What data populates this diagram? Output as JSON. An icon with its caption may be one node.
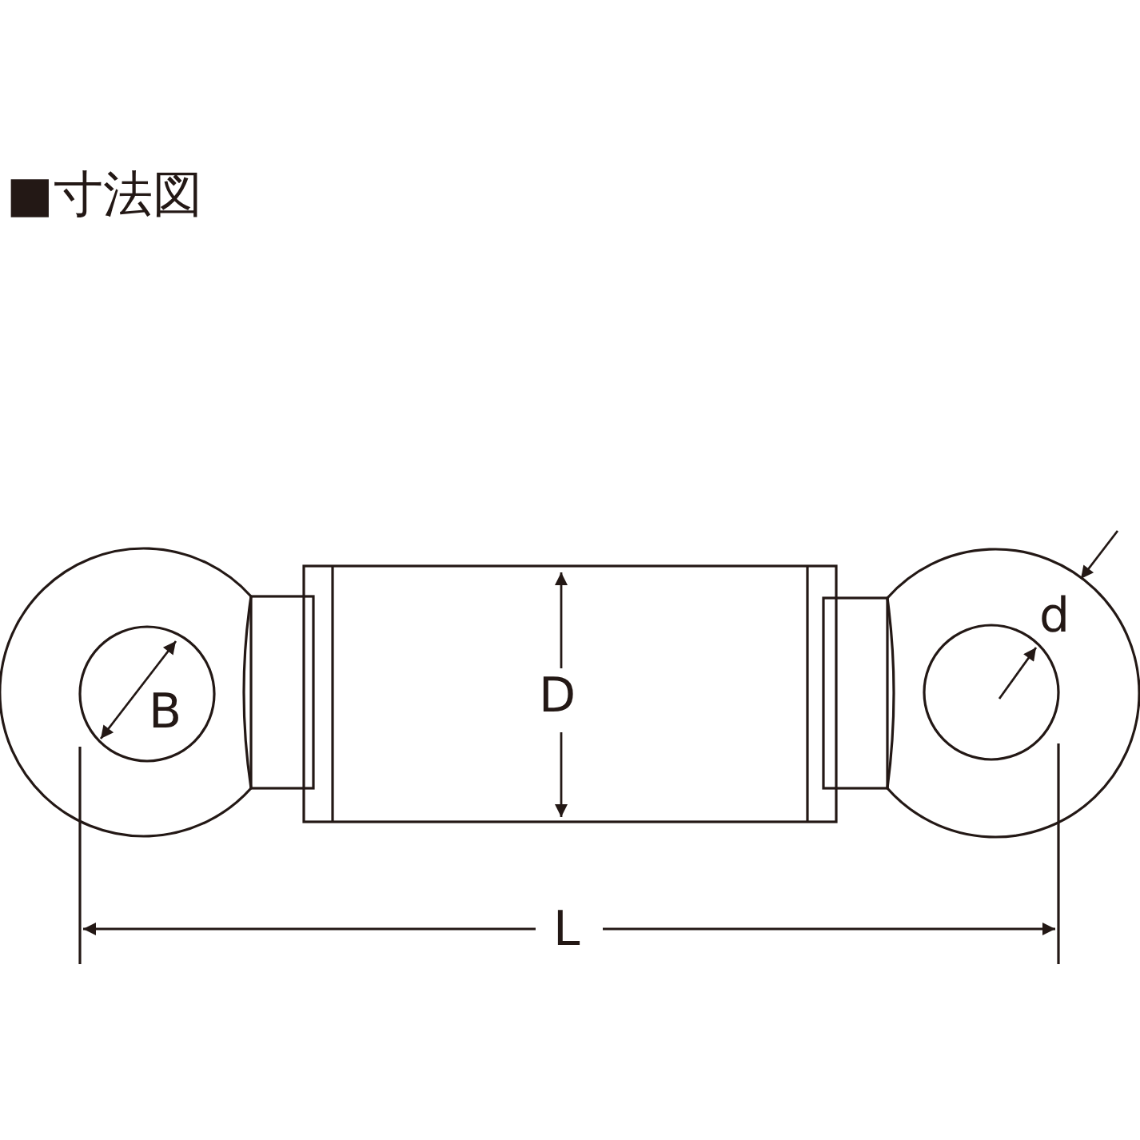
{
  "diagram": {
    "title": "■寸法図",
    "labels": [
      "d",
      "B",
      "D",
      "L"
    ]
  }
}
